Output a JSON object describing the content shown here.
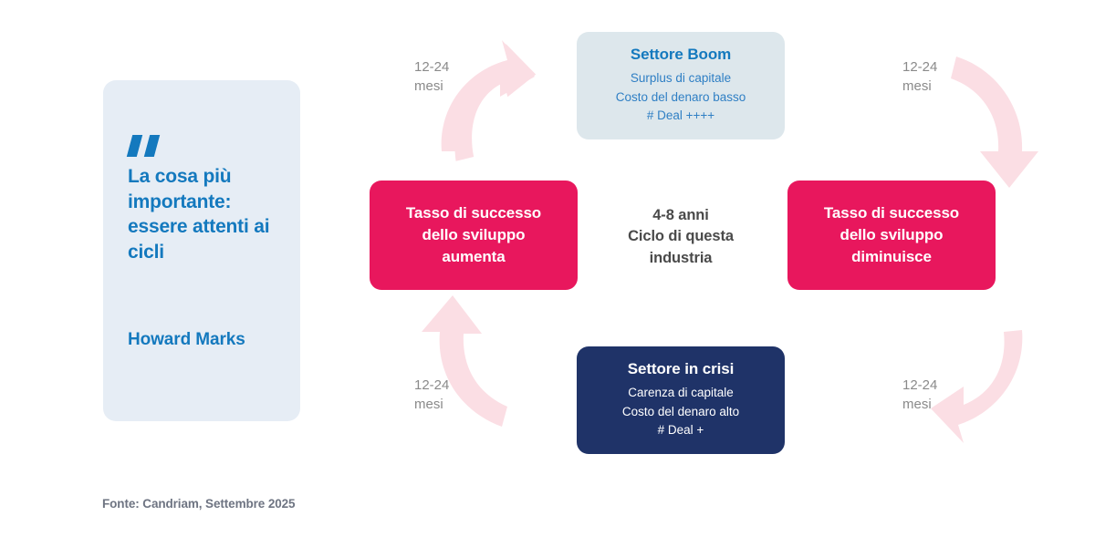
{
  "quote_card": {
    "icon": "quote-mark-icon",
    "quote": "La cosa più importante: essere attenti ai cicli",
    "author": "Howard Marks",
    "background_color": "#e6edf5",
    "text_color": "#1479be"
  },
  "cycle": {
    "center_label": "4-8 anni Ciclo di questa industria",
    "center_lines": [
      "4-8 anni",
      "Ciclo di questa",
      "industria"
    ],
    "nodes": {
      "top": {
        "title": "Settore Boom",
        "lines": [
          "Surplus di capitale",
          "Costo del denaro basso",
          "# Deal ++++"
        ],
        "background_color": "#dde7ec",
        "title_color": "#1479be",
        "text_color": "#2f7fc4"
      },
      "right": {
        "lines": [
          "Tasso di successo",
          "dello sviluppo",
          "diminuisce"
        ],
        "background_color": "#e8175d",
        "text_color": "#ffffff"
      },
      "bottom": {
        "title": "Settore in crisi",
        "lines": [
          "Carenza di capitale",
          "Costo del denaro alto",
          "# Deal +"
        ],
        "background_color": "#1f3368",
        "title_color": "#ffffff",
        "text_color": "#ffffff"
      },
      "left": {
        "lines": [
          "Tasso di successo",
          "dello sviluppo",
          "aumenta"
        ],
        "background_color": "#e8175d",
        "text_color": "#ffffff"
      }
    },
    "arrows": {
      "color": "#fbdee4",
      "labels": {
        "top_left": [
          "12-24",
          "mesi"
        ],
        "top_right": [
          "12-24",
          "mesi"
        ],
        "bottom_left": [
          "12-24",
          "mesi"
        ],
        "bottom_right": [
          "12-24",
          "mesi"
        ]
      },
      "label_color": "#8a8a8a"
    }
  },
  "footer": {
    "source": "Fonte: Candriam, Settembre 2025",
    "color": "#6e7482"
  }
}
